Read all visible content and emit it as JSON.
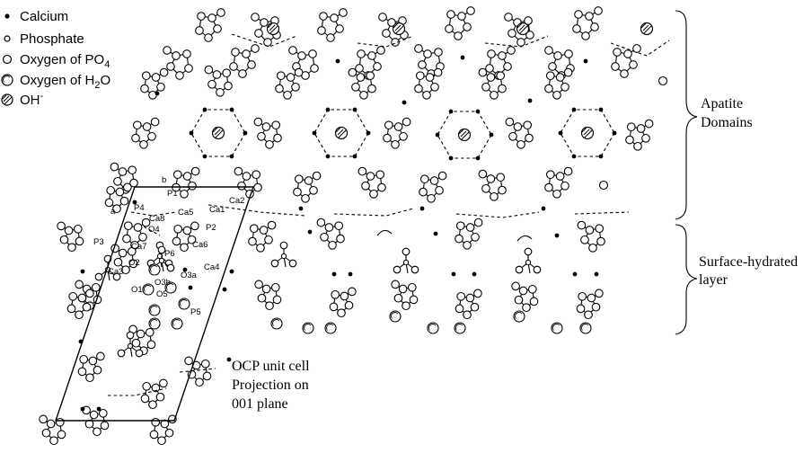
{
  "legend": {
    "calcium": "Calcium",
    "phosphate": "Phosphate",
    "oxygen_po4": "Oxygen of PO",
    "oxygen_po4_sub": "4",
    "oxygen_h2o_pre": "Oxygen of H",
    "oxygen_h2o_sub": "2",
    "oxygen_h2o_post": "O",
    "hydroxide": "OH",
    "hydroxide_sup": "-"
  },
  "annotations": {
    "apatite_line1": "Apatite",
    "apatite_line2": "Domains",
    "surface_line1": "Surface-hydrated",
    "surface_line2": "layer",
    "unit_cell_line1": "OCP unit cell",
    "unit_cell_line2": "Projection on",
    "unit_cell_line3": "001 plane"
  },
  "atom_labels": {
    "b": "b",
    "a": "a",
    "p1": "P1",
    "p2": "P2",
    "p3": "P3",
    "p4": "P4",
    "p5": "P5",
    "p6": "P6",
    "ca1": "Ca1",
    "ca2": "Ca2",
    "ca3": "Ca3",
    "ca4": "Ca4",
    "ca5": "Ca5",
    "ca6": "Ca6",
    "ca7": "Ca7",
    "ca8": "Ca8",
    "o1": "O1",
    "o2": "O2",
    "o4": "O4",
    "o5": "O5",
    "o3a": "O3a",
    "o3b": "O3b"
  }
}
